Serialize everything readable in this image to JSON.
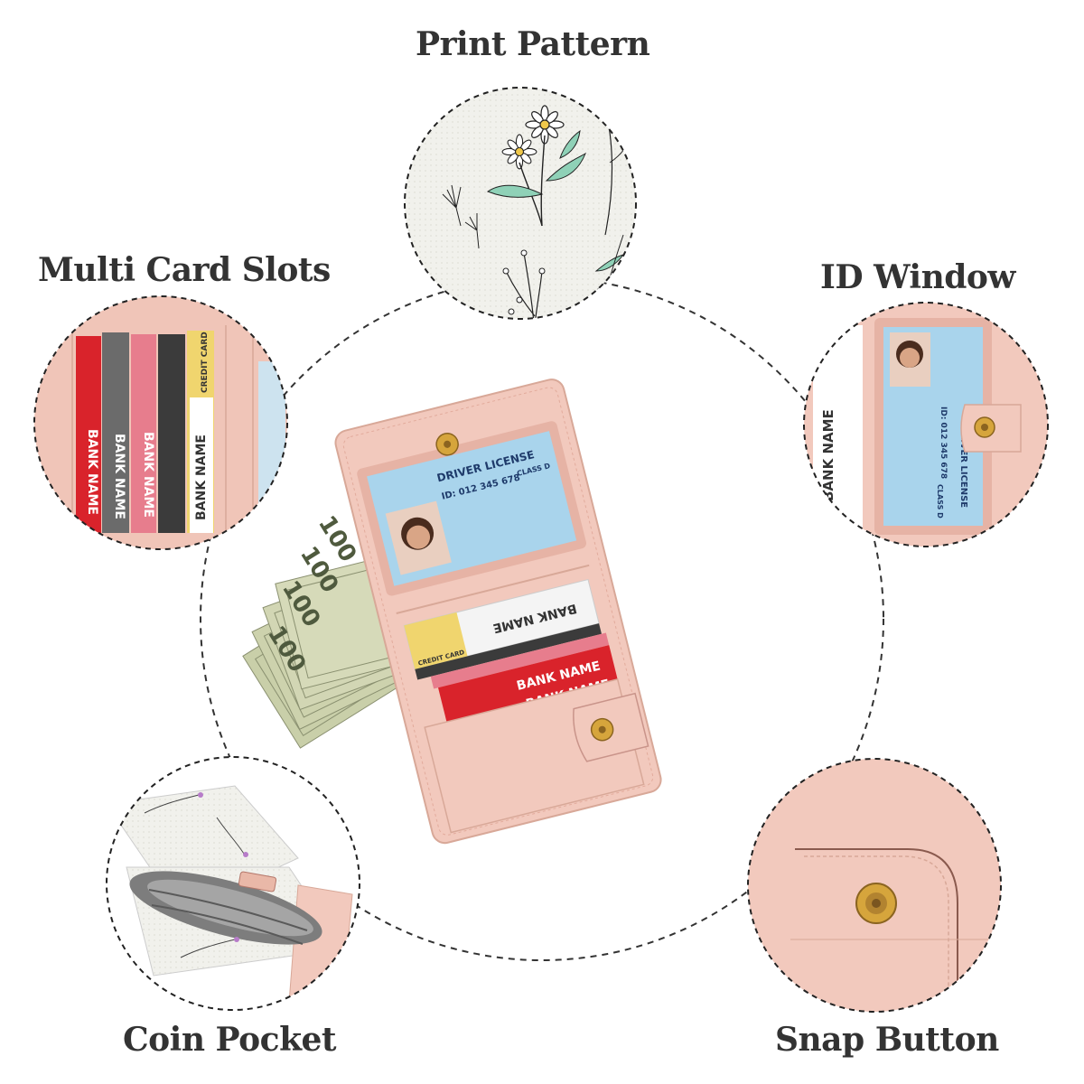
{
  "features": {
    "print_pattern": "Print Pattern",
    "multi_card_slots": "Multi Card Slots",
    "id_window": "ID Window",
    "coin_pocket": "Coin Pocket",
    "snap_button": "Snap Button"
  },
  "card_text": {
    "bank_name": "BANK NAME",
    "credit_card": "CREDIT CARD",
    "driver_license": "DRIVER LICENSE",
    "id_number": "ID: 012 345 678",
    "class": "CLASS D"
  },
  "currency": {
    "denomination": "100"
  },
  "colors": {
    "wallet_pink": "#f2c9bd",
    "wallet_pink_dark": "#e2ab9c",
    "card_red": "#d9232b",
    "snap_gold": "#d6a53c",
    "dashed_circle": "#333333",
    "label_text": "#333333"
  }
}
